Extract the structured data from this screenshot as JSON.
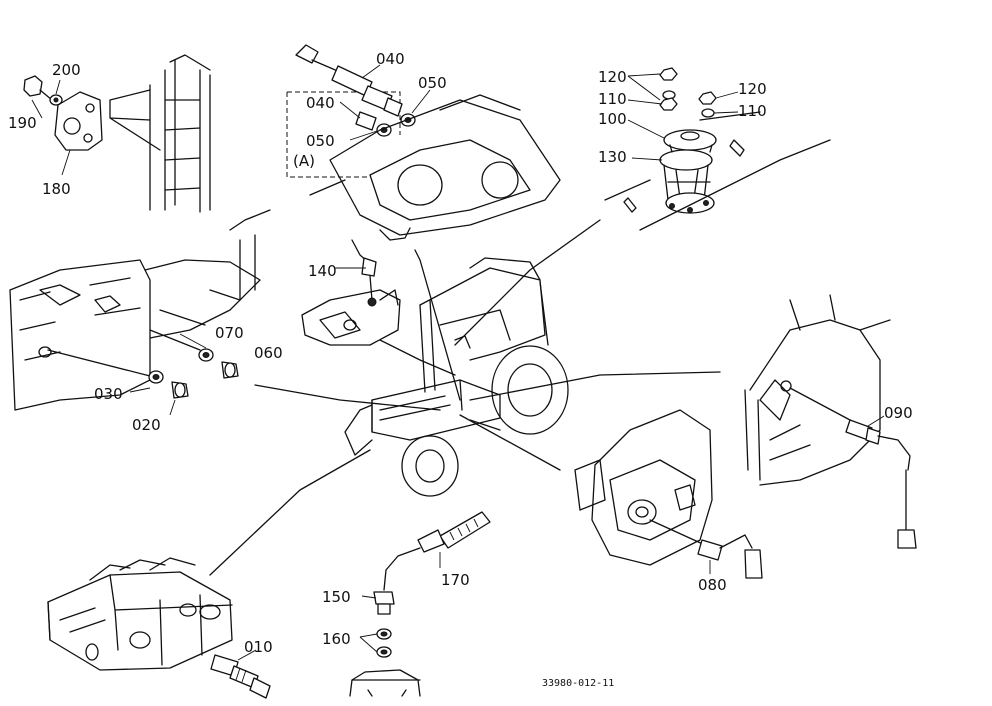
{
  "labels": {
    "p200": "200",
    "p190": "190",
    "p180": "180",
    "p040a": "040",
    "p050a": "050",
    "p040b": "040",
    "p050b": "050",
    "groupA": "(A)",
    "p120a": "120",
    "p120b": "120",
    "p110a": "110",
    "p110b": "110",
    "p100": "100",
    "p130": "130",
    "p140": "140",
    "p070": "070",
    "p060": "060",
    "p030": "030",
    "p020": "020",
    "p090": "090",
    "p080": "080",
    "p170": "170",
    "p150": "150",
    "p160": "160",
    "p010": "010"
  },
  "drawing_code": "33980-012-11"
}
